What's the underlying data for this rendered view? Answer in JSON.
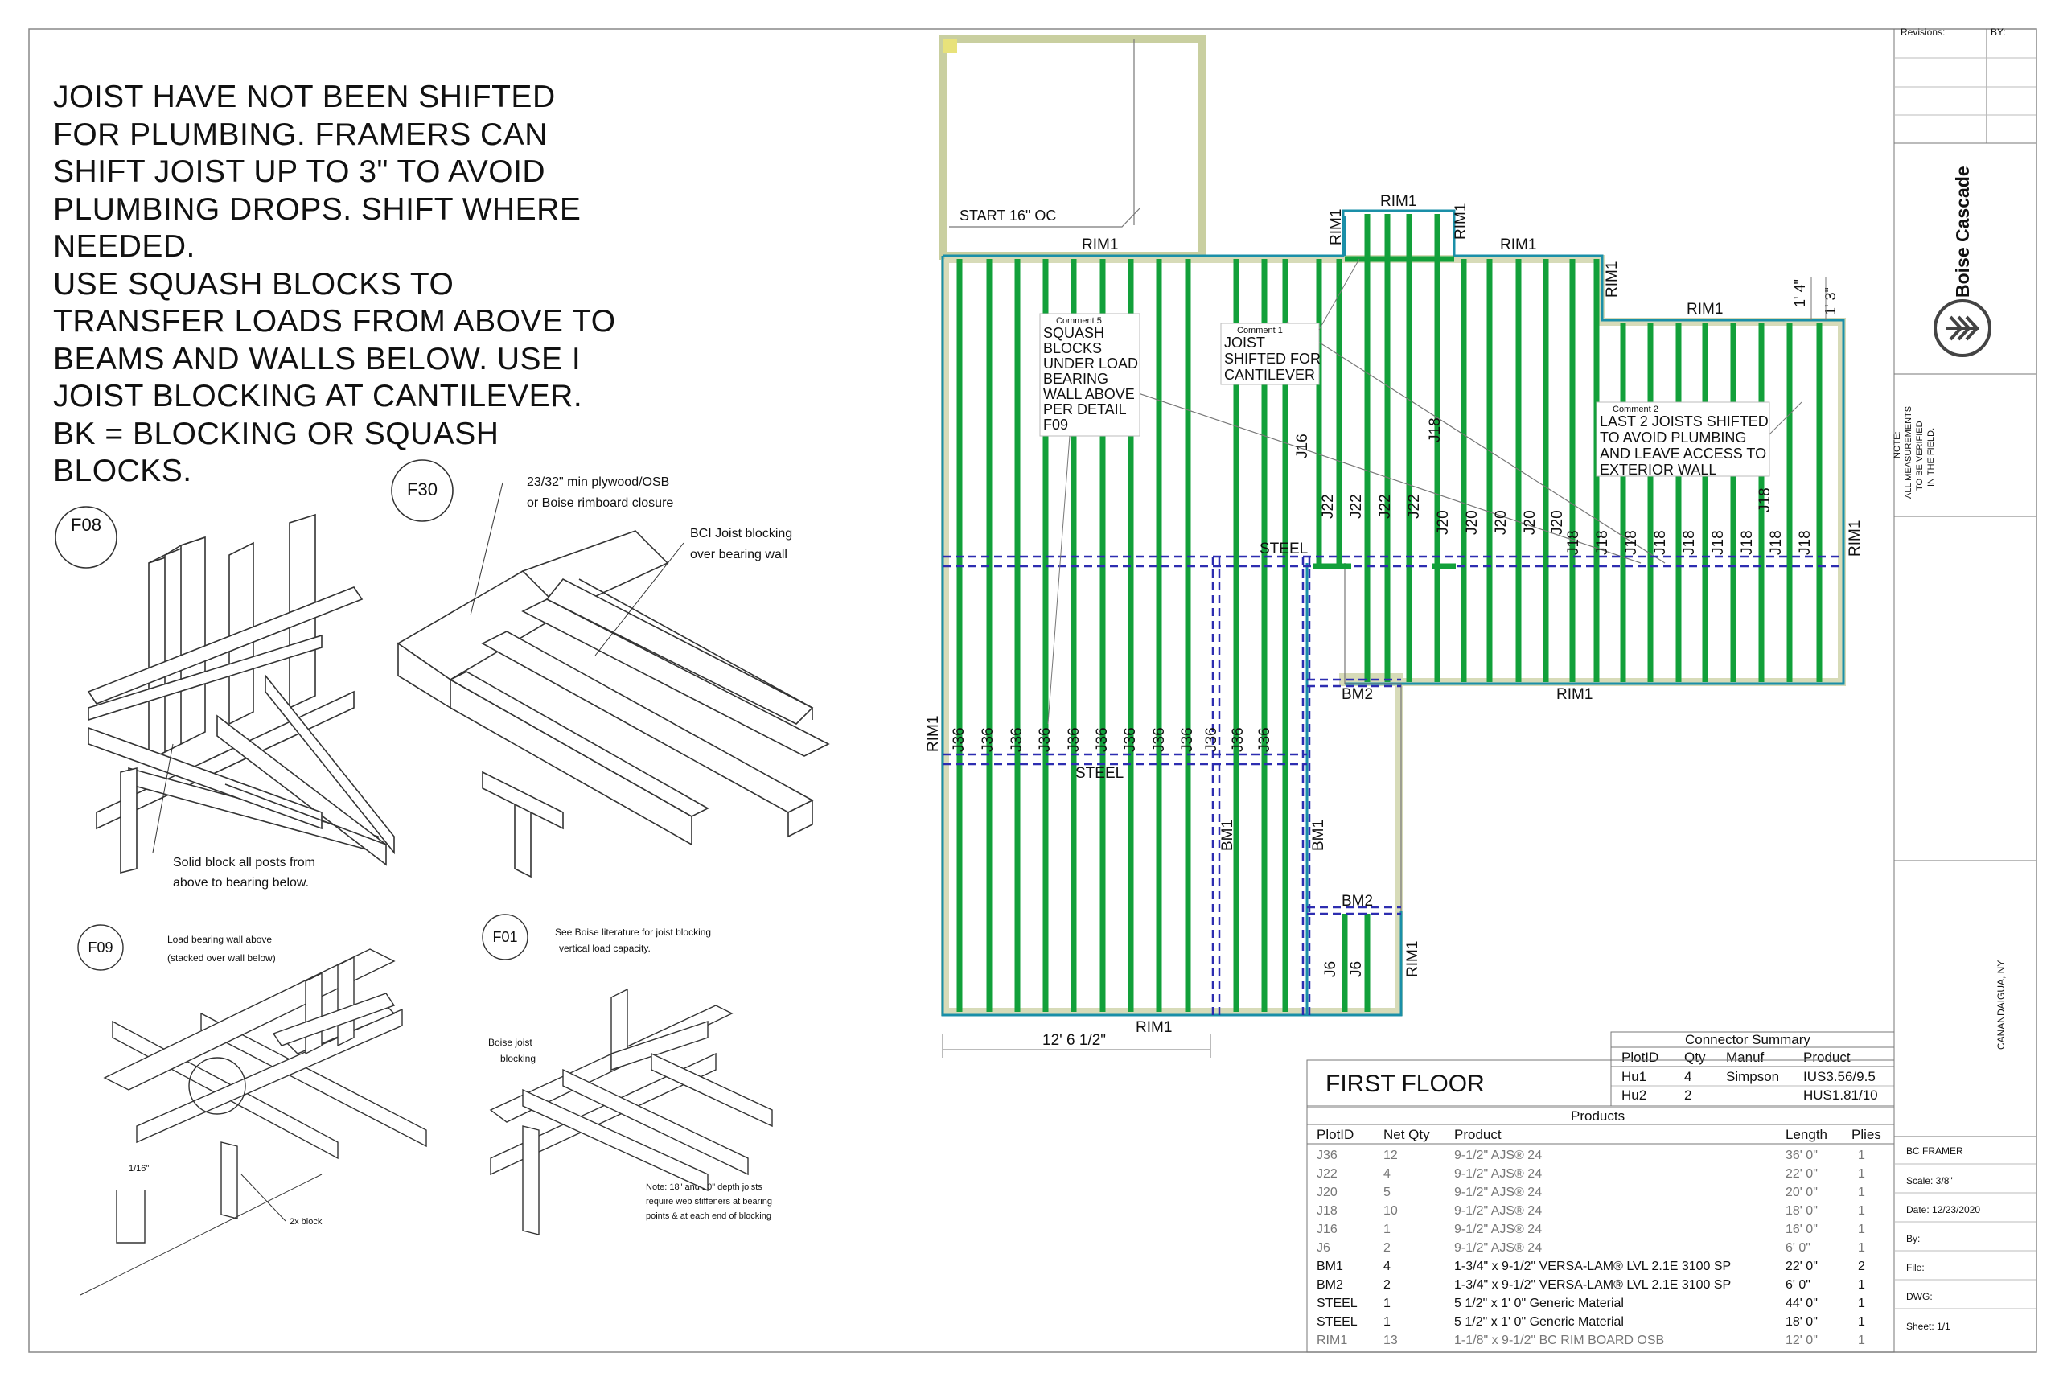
{
  "notes": {
    "lines": [
      "JOIST HAVE NOT BEEN SHIFTED",
      "FOR PLUMBING. FRAMERS CAN",
      "SHIFT JOIST UP TO 3\" TO AVOID",
      "PLUMBING DROPS. SHIFT WHERE",
      "NEEDED.",
      "USE SQUASH BLOCKS TO",
      "TRANSFER LOADS FROM ABOVE TO",
      "BEAMS AND WALLS BELOW. USE I",
      "JOIST BLOCKING AT CANTILEVER.",
      "BK = BLOCKING OR SQUASH",
      "BLOCKS."
    ]
  },
  "details": {
    "f08": {
      "tag": "F08",
      "callout": [
        "Solid block all posts from",
        "above to bearing below."
      ]
    },
    "f30": {
      "tag": "F30",
      "callout1": [
        "23/32\" min plywood/OSB",
        "or Boise rimboard closure"
      ],
      "callout2": [
        "BCI Joist blocking",
        "over bearing wall"
      ]
    },
    "f09": {
      "tag": "F09",
      "callout1": [
        "Load bearing wall above",
        "(stacked over wall below)"
      ],
      "dim": "1/16\"",
      "callout2": "2x block"
    },
    "f01": {
      "tag": "F01",
      "callout1": [
        "See Boise literature for joist blocking",
        "vertical load capacity."
      ],
      "callout2": [
        "Boise joist",
        "blocking"
      ],
      "note": [
        "Note: 18\" and 20\" depth joists",
        "require web stiffeners at bearing",
        "points & at each end of blocking"
      ]
    }
  },
  "plan": {
    "start_label": "START 16\" OC",
    "rim_label": "RIM1",
    "bm1_label": "BM1",
    "bm2_label": "BM2",
    "steel_label": "STEEL",
    "dimension_width": "12' 6 1/2\"",
    "dim_1_4": "1' 4\"",
    "dim_1_3": "1' 3\"",
    "joist_labels": {
      "j36": "J36",
      "j22": "J22",
      "j20": "J20",
      "j18": "J18",
      "j16": "J16",
      "j6": "J6"
    },
    "comments": [
      {
        "title": "Comment 5",
        "lines": [
          "SQUASH",
          "BLOCKS",
          "UNDER LOAD",
          "BEARING",
          "WALL ABOVE",
          "PER DETAIL",
          "F09"
        ]
      },
      {
        "title": "Comment 1",
        "lines": [
          "JOIST",
          "SHIFTED FOR",
          "CANTILEVER"
        ]
      },
      {
        "title": "Comment 2",
        "lines": [
          "LAST 2 JOISTS SHIFTED",
          "TO AVOID PLUMBING",
          "AND LEAVE ACCESS TO",
          "EXTERIOR WALL"
        ]
      }
    ],
    "colors": {
      "joist": "#12a03a",
      "outline": "#1a8fa8",
      "beam": "#2d2db0",
      "wall": "#c9cfa0"
    }
  },
  "connector_summary": {
    "title": "Connector Summary",
    "headers": [
      "PlotID",
      "Qty",
      "Manuf",
      "Product"
    ],
    "rows": [
      [
        "Hu1",
        "4",
        "Simpson",
        "IUS3.56/9.5"
      ],
      [
        "Hu2",
        "2",
        "",
        "HUS1.81/10"
      ]
    ]
  },
  "floor_title": "FIRST FLOOR",
  "products": {
    "title": "Products",
    "headers": [
      "PlotID",
      "Net Qty",
      "Product",
      "Length",
      "Plies"
    ],
    "rows": [
      [
        "J36",
        "12",
        "9-1/2\" AJS® 24",
        "36' 0\"",
        "1"
      ],
      [
        "J22",
        "4",
        "9-1/2\" AJS® 24",
        "22' 0\"",
        "1"
      ],
      [
        "J20",
        "5",
        "9-1/2\" AJS® 24",
        "20' 0\"",
        "1"
      ],
      [
        "J18",
        "10",
        "9-1/2\" AJS® 24",
        "18' 0\"",
        "1"
      ],
      [
        "J16",
        "1",
        "9-1/2\" AJS® 24",
        "16' 0\"",
        "1"
      ],
      [
        "J6",
        "2",
        "9-1/2\" AJS® 24",
        "6' 0\"",
        "1"
      ],
      [
        "BM1",
        "4",
        "1-3/4\" x 9-1/2\" VERSA-LAM® LVL 2.1E 3100 SP",
        "22' 0\"",
        "2"
      ],
      [
        "BM2",
        "2",
        "1-3/4\" x 9-1/2\" VERSA-LAM® LVL 2.1E 3100 SP",
        "6' 0\"",
        "1"
      ],
      [
        "STEEL",
        "1",
        "5 1/2\" x 1' 0\"  Generic Material",
        "44' 0\"",
        "1"
      ],
      [
        "STEEL",
        "1",
        "5 1/2\" x 1' 0\"  Generic Material",
        "18' 0\"",
        "1"
      ],
      [
        "RIM1",
        "13",
        "1-1/8\" x 9-1/2\" BC RIM BOARD OSB",
        "12' 0\"",
        "1"
      ]
    ]
  },
  "title_block": {
    "revisions": "Revisions:",
    "by": "BY:",
    "company": "Boise Cascade",
    "note": [
      "NOTE:",
      "ALL MEASUREMENTS",
      "TO BE VERIFIED",
      "IN THE FIELD."
    ],
    "location": "CANANDAIGUA, NY",
    "framer": "BC FRAMER",
    "scale": "Scale: 3/8\"",
    "date": "Date: 12/23/2020",
    "by_field": "By:",
    "file": "File:",
    "dwg": "DWG:",
    "sheet": "Sheet: 1/1"
  }
}
